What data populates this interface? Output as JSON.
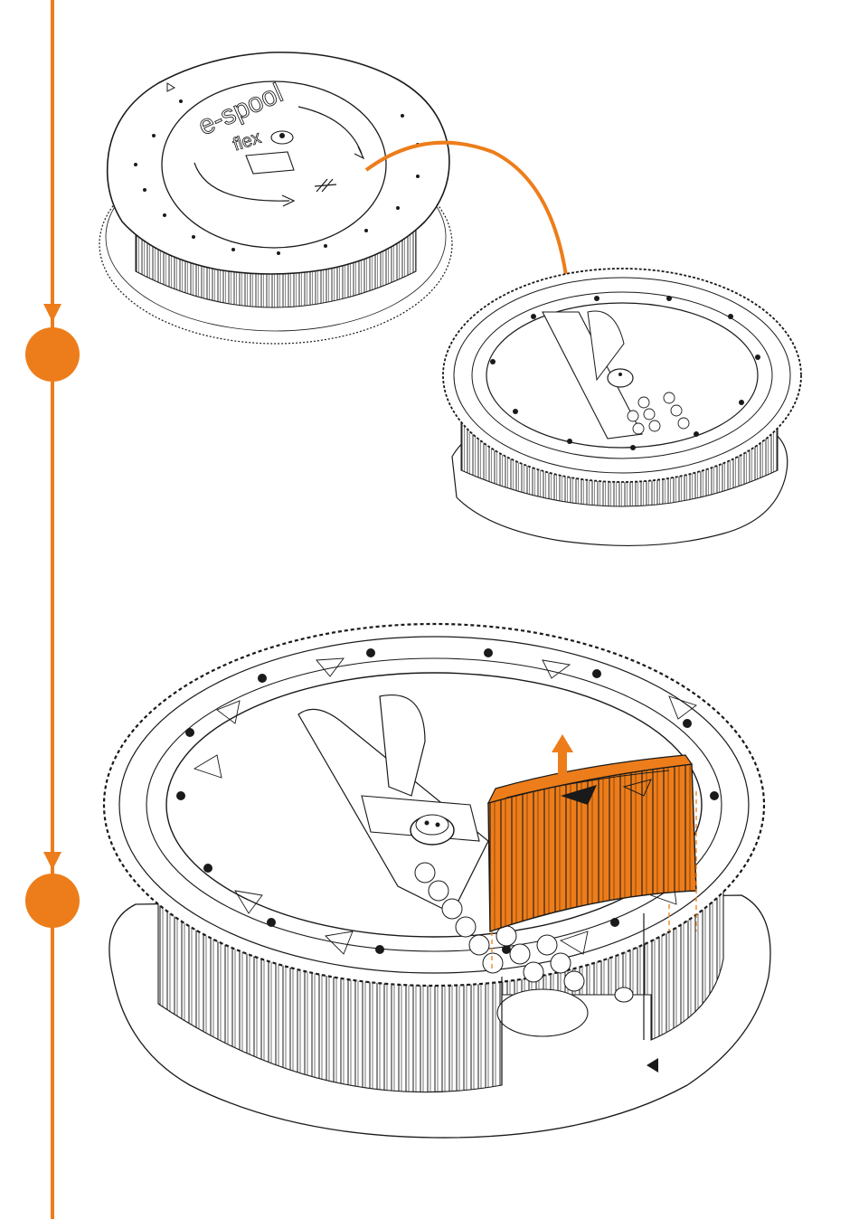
{
  "colors": {
    "accent": "#ED7D1A",
    "line": "#1a1a1a",
    "fill": "#ffffff",
    "shade": "#f2f2f2"
  },
  "timeline": {
    "step_markers": 2,
    "arrow_markers": 2
  },
  "top_module": {
    "logo_text": "e-spool",
    "sub_logo_text": "flex"
  },
  "icons": {
    "step_marker": "step-circle-icon",
    "timeline_arrow": "arrowhead-down-icon",
    "transfer_arrow": "curved-arrow-icon",
    "lift_arrow": "up-arrow-icon"
  }
}
